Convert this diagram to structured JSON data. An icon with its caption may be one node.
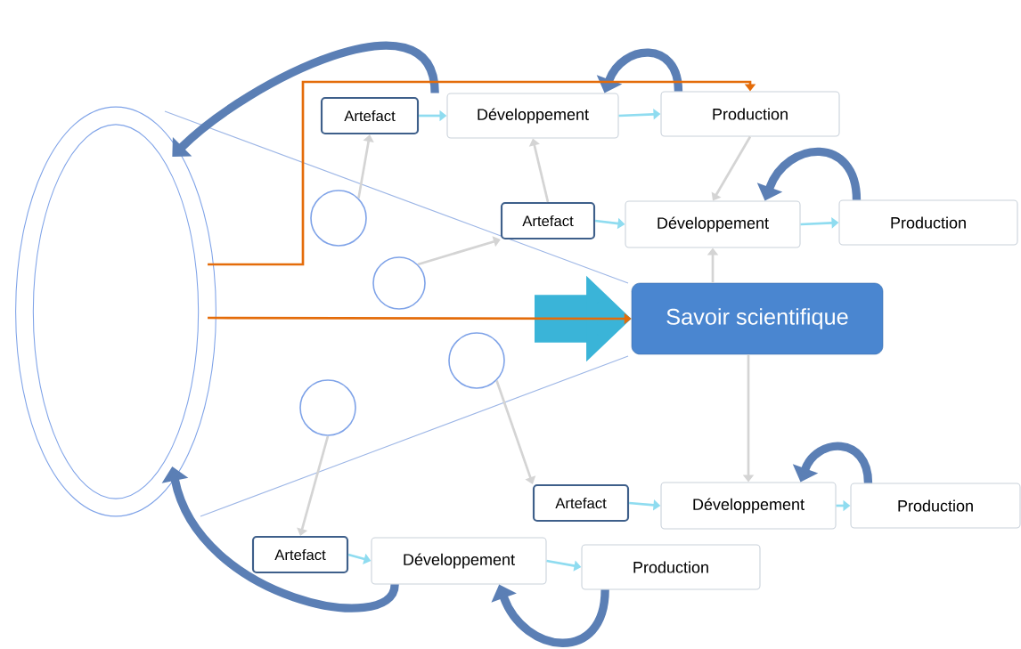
{
  "diagram": {
    "nodes": [
      {
        "text": [
          "Artefact"
        ]
      },
      {
        "text": [
          "Développement"
        ]
      },
      {
        "text": [
          "Production"
        ]
      },
      {
        "text": [
          "Artefact"
        ]
      },
      {
        "text": [
          "Développement"
        ]
      },
      {
        "text": [
          "Production"
        ]
      },
      {
        "text": [
          "Savoir scientifique"
        ]
      },
      {
        "text": [
          "Artefact"
        ]
      },
      {
        "text": [
          "Développement"
        ]
      },
      {
        "text": [
          "Production"
        ]
      },
      {
        "text": [
          "Artefact"
        ]
      },
      {
        "text": [
          "Développement"
        ]
      },
      {
        "text": [
          "Production"
        ]
      },
      {
        "text": [],
        "shape": "ellipse"
      },
      {
        "text": [],
        "shape": "circle"
      },
      {
        "text": [],
        "shape": "circle"
      },
      {
        "text": [],
        "shape": "circle"
      },
      {
        "text": [],
        "shape": "circle"
      }
    ],
    "edges": [
      {
        "from": 0,
        "to": 1,
        "arrow": "to",
        "color": "#8fdcf0"
      },
      {
        "from": 1,
        "to": 2,
        "arrow": "to",
        "color": "#8fdcf0"
      },
      {
        "from": 3,
        "to": 4,
        "arrow": "to",
        "color": "#8fdcf0"
      },
      {
        "from": 4,
        "to": 5,
        "arrow": "to",
        "color": "#8fdcf0"
      },
      {
        "from": 7,
        "to": 8,
        "arrow": "to",
        "color": "#8fdcf0"
      },
      {
        "from": 8,
        "to": 9,
        "arrow": "to",
        "color": "#8fdcf0"
      },
      {
        "from": 10,
        "to": 11,
        "arrow": "to",
        "color": "#8fdcf0"
      },
      {
        "from": 11,
        "to": 12,
        "arrow": "to",
        "color": "#8fdcf0"
      },
      {
        "from": 2,
        "to": 4,
        "arrow": "to",
        "color": "#d4d4d4"
      },
      {
        "from": 3,
        "to": 1,
        "arrow": "to",
        "color": "#d4d4d4"
      },
      {
        "from": 6,
        "to": 4,
        "arrow": "to",
        "color": "#d4d4d4"
      },
      {
        "from": 6,
        "to": 8,
        "arrow": "to",
        "color": "#d4d4d4"
      },
      {
        "from": 14,
        "to": 0,
        "arrow": "to",
        "color": "#d4d4d4"
      },
      {
        "from": 15,
        "to": 3,
        "arrow": "to",
        "color": "#d4d4d4"
      },
      {
        "from": 16,
        "to": 7,
        "arrow": "to",
        "color": "#d4d4d4"
      },
      {
        "from": 17,
        "to": 10,
        "arrow": "to",
        "color": "#d4d4d4"
      },
      {
        "from": 2,
        "to": 1,
        "arrow": "to",
        "style": "thick",
        "color": "#5b7fb5"
      },
      {
        "from": 5,
        "to": 4,
        "arrow": "to",
        "style": "thick",
        "color": "#5b7fb5"
      },
      {
        "from": 9,
        "to": 8,
        "arrow": "to",
        "style": "thick",
        "color": "#5b7fb5"
      },
      {
        "from": 12,
        "to": 11,
        "arrow": "to",
        "style": "thick",
        "color": "#5b7fb5"
      },
      {
        "from": 1,
        "to": 13,
        "arrow": "to",
        "style": "thick",
        "color": "#5b7fb5"
      },
      {
        "from": 11,
        "to": 13,
        "arrow": "to",
        "style": "thick",
        "color": "#5b7fb5"
      },
      {
        "from": null,
        "to": 6,
        "arrow": "to",
        "style": "thick",
        "color": "#3ab4d8"
      },
      {
        "from": 13,
        "to": 2,
        "arrow": "to",
        "color": "#e46c0a"
      },
      {
        "from": 13,
        "to": 6,
        "arrow": "to",
        "color": "#e46c0a"
      }
    ]
  }
}
